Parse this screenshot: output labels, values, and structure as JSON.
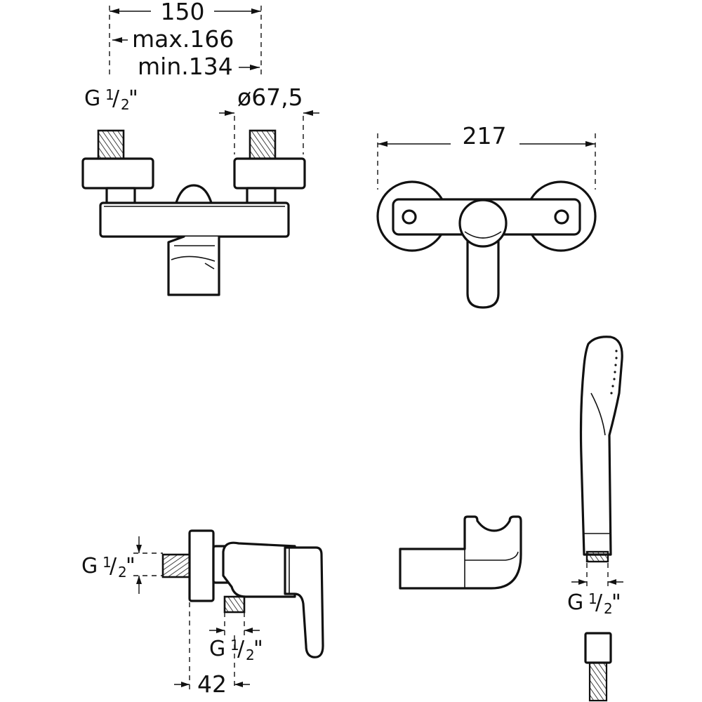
{
  "dimensions": {
    "width_150": "150",
    "max_166": "max.166",
    "min_134": "min.134",
    "diameter": "ø67,5",
    "width_217": "217",
    "depth_42": "42"
  },
  "thread": {
    "letter": "G",
    "numerator": "1",
    "slash": "/",
    "denominator": "2",
    "quote": "\""
  },
  "colors": {
    "line": "#111111",
    "background": "#ffffff"
  }
}
